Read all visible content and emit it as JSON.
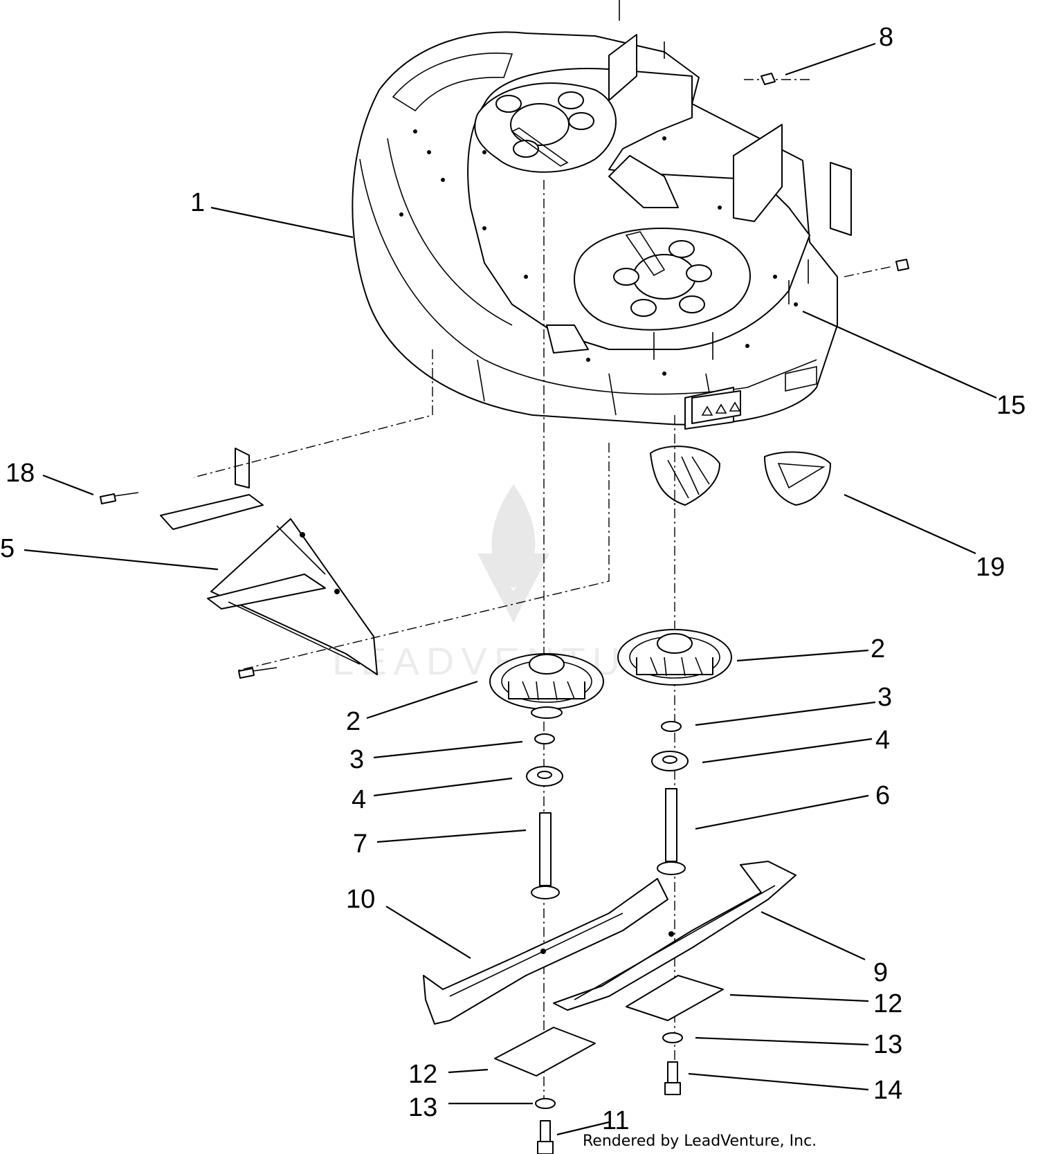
{
  "diagram": {
    "callouts": [
      {
        "id": "c1",
        "label": "1"
      },
      {
        "id": "c8",
        "label": "8"
      },
      {
        "id": "c15",
        "label": "15"
      },
      {
        "id": "c18",
        "label": "18"
      },
      {
        "id": "c5",
        "label": "5"
      },
      {
        "id": "c19",
        "label": "19"
      },
      {
        "id": "c2a",
        "label": "2"
      },
      {
        "id": "c2b",
        "label": "2"
      },
      {
        "id": "c3a",
        "label": "3"
      },
      {
        "id": "c3b",
        "label": "3"
      },
      {
        "id": "c4a",
        "label": "4"
      },
      {
        "id": "c4b",
        "label": "4"
      },
      {
        "id": "c6",
        "label": "6"
      },
      {
        "id": "c7",
        "label": "7"
      },
      {
        "id": "c10",
        "label": "10"
      },
      {
        "id": "c9",
        "label": "9"
      },
      {
        "id": "c12a",
        "label": "12"
      },
      {
        "id": "c12b",
        "label": "12"
      },
      {
        "id": "c13a",
        "label": "13"
      },
      {
        "id": "c13b",
        "label": "13"
      },
      {
        "id": "c14",
        "label": "14"
      },
      {
        "id": "c11",
        "label": "11"
      }
    ],
    "credit": "Rendered by LeadVenture, Inc.",
    "watermark_text": "LEADVENTURE"
  }
}
